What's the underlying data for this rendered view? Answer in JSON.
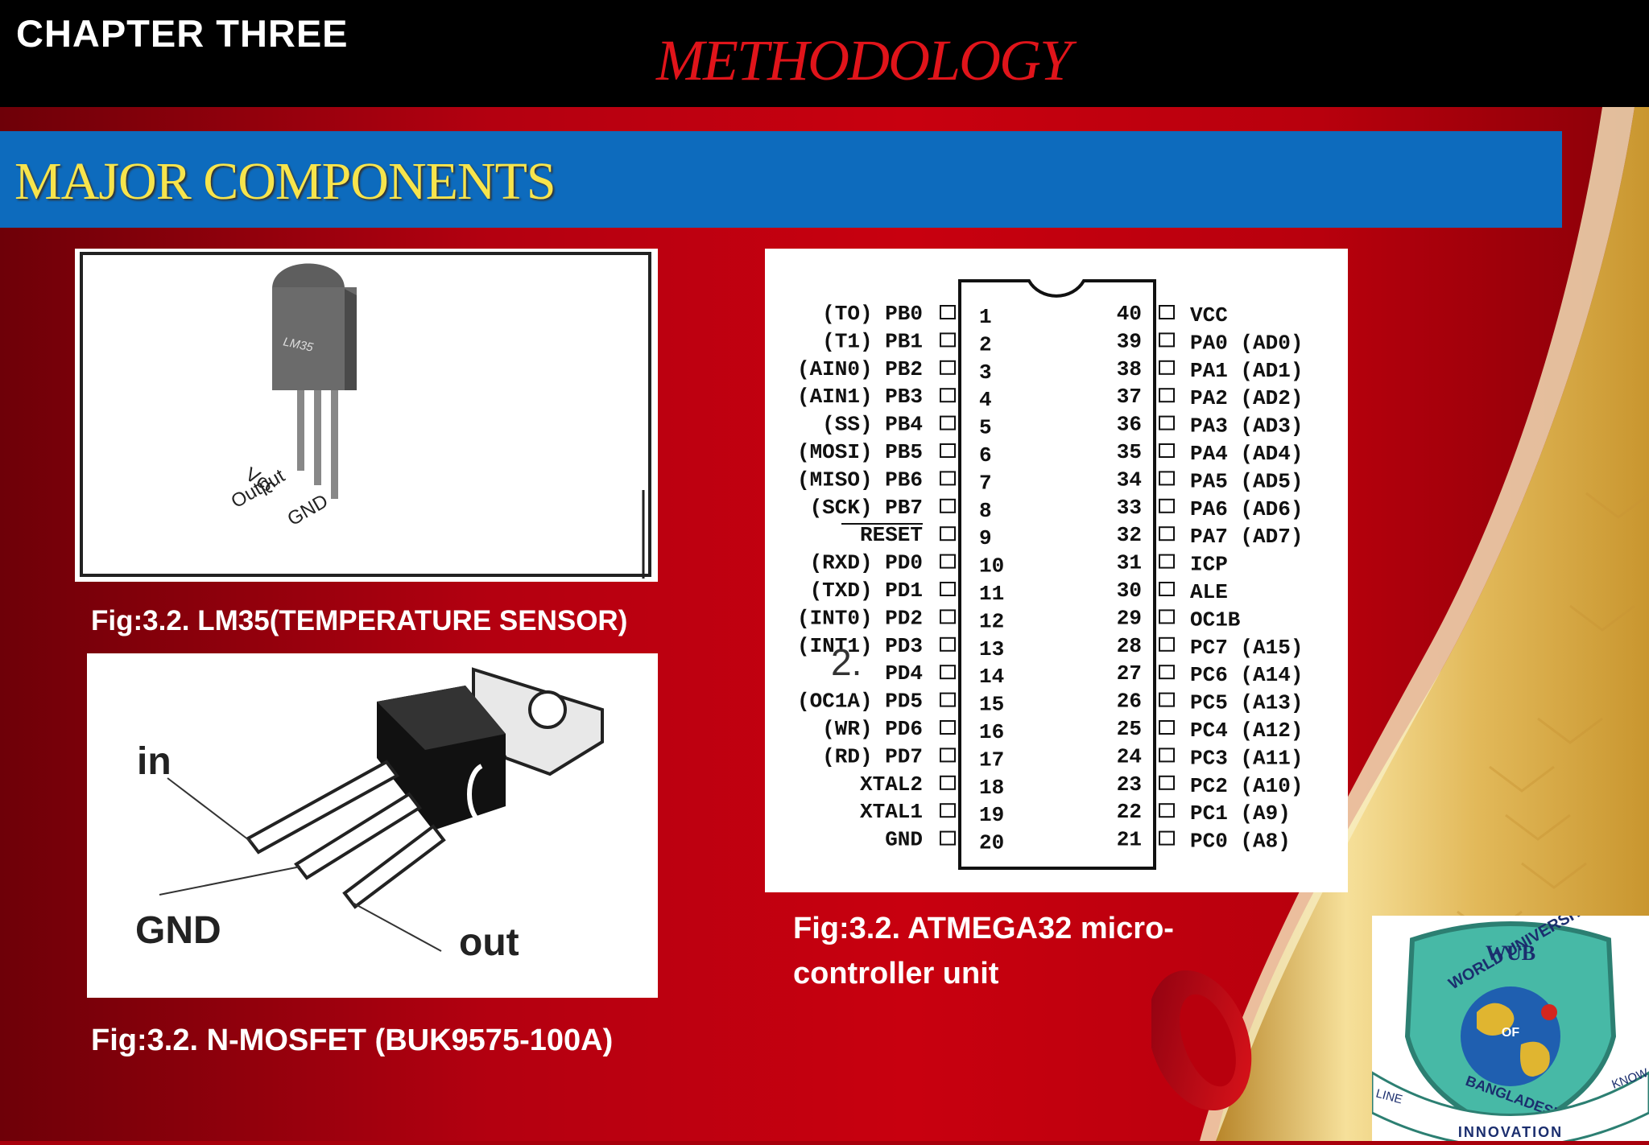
{
  "header": {
    "chapter": "CHAPTER THREE",
    "title": "METHODOLOGY"
  },
  "section": {
    "title": "MAJOR COMPONENTS"
  },
  "lm35": {
    "package_label": "LM35",
    "pins": [
      "Vcc",
      "Output",
      "GND"
    ],
    "caption": "Fig:3.2. LM35(TEMPERATURE SENSOR)"
  },
  "mosfet": {
    "pin_in": "in",
    "pin_gnd": "GND",
    "pin_out": "out",
    "caption": "Fig:3.2. N-MOSFET (BUK9575-100A)"
  },
  "atmega": {
    "left_pins": [
      {
        "name": "(TO) PB0",
        "num": "1"
      },
      {
        "name": "(T1) PB1",
        "num": "2"
      },
      {
        "name": "(AIN0) PB2",
        "num": "3"
      },
      {
        "name": "(AIN1) PB3",
        "num": "4"
      },
      {
        "name": "(SS) PB4",
        "num": "5"
      },
      {
        "name": "(MOSI) PB5",
        "num": "6"
      },
      {
        "name": "(MISO) PB6",
        "num": "7"
      },
      {
        "name": "(SCK) PB7",
        "num": "8"
      },
      {
        "name": "RESET",
        "num": "9"
      },
      {
        "name": "(RXD) PD0",
        "num": "10"
      },
      {
        "name": "(TXD) PD1",
        "num": "11"
      },
      {
        "name": "(INT0) PD2",
        "num": "12"
      },
      {
        "name": "(INT1) PD3",
        "num": "13"
      },
      {
        "name": "PD4",
        "num": "14"
      },
      {
        "name": "(OC1A) PD5",
        "num": "15"
      },
      {
        "name": "(WR) PD6",
        "num": "16"
      },
      {
        "name": "(RD) PD7",
        "num": "17"
      },
      {
        "name": "XTAL2",
        "num": "18"
      },
      {
        "name": "XTAL1",
        "num": "19"
      },
      {
        "name": "GND",
        "num": "20"
      }
    ],
    "right_pins": [
      {
        "num": "40",
        "name": "VCC"
      },
      {
        "num": "39",
        "name": "PA0 (AD0)"
      },
      {
        "num": "38",
        "name": "PA1 (AD1)"
      },
      {
        "num": "37",
        "name": "PA2 (AD2)"
      },
      {
        "num": "36",
        "name": "PA3 (AD3)"
      },
      {
        "num": "35",
        "name": "PA4 (AD4)"
      },
      {
        "num": "34",
        "name": "PA5 (AD5)"
      },
      {
        "num": "33",
        "name": "PA6 (AD6)"
      },
      {
        "num": "32",
        "name": "PA7 (AD7)"
      },
      {
        "num": "31",
        "name": "ICP"
      },
      {
        "num": "30",
        "name": "ALE"
      },
      {
        "num": "29",
        "name": "OC1B"
      },
      {
        "num": "28",
        "name": "PC7 (A15)"
      },
      {
        "num": "27",
        "name": "PC6 (A14)"
      },
      {
        "num": "26",
        "name": "PC5 (A13)"
      },
      {
        "num": "25",
        "name": "PC4 (A12)"
      },
      {
        "num": "24",
        "name": "PC3 (A11)"
      },
      {
        "num": "23",
        "name": "PC2 (A10)"
      },
      {
        "num": "22",
        "name": "PC1 (A9)"
      },
      {
        "num": "21",
        "name": "PC0 (A8)"
      }
    ],
    "overlay_text": "2.",
    "caption_line1": "Fig:3.2. ATMEGA32 micro-",
    "caption_line2": "controller unit"
  },
  "logo": {
    "top": "WUB",
    "arc": "WORLD UNIVERSITY",
    "of": "OF",
    "country": "BANGLADESH",
    "ribbon_left": "LINE",
    "ribbon_right": "KNOW",
    "ribbon": "INNOVATION"
  }
}
